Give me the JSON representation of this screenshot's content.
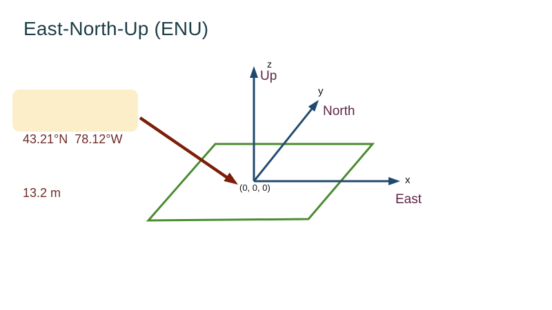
{
  "title": "East-North-Up (ENU)",
  "callout": {
    "line1": "43.21°N  78.12°W",
    "line2": "13.2 m"
  },
  "origin": {
    "label": "(0, 0, 0)"
  },
  "axes": {
    "z": {
      "letter": "z",
      "direction": "Up"
    },
    "y": {
      "letter": "y",
      "direction": "North"
    },
    "x": {
      "letter": "x",
      "direction": "East"
    }
  },
  "colors": {
    "title_text": "#1c3d47",
    "axis_line": "#204a6d",
    "plane_stroke": "#4b8b30",
    "pointer_arrow": "#7c1e0a",
    "direction_label": "#5e2345",
    "callout_bg": "#fceec8",
    "callout_text": "#6e2b26"
  }
}
